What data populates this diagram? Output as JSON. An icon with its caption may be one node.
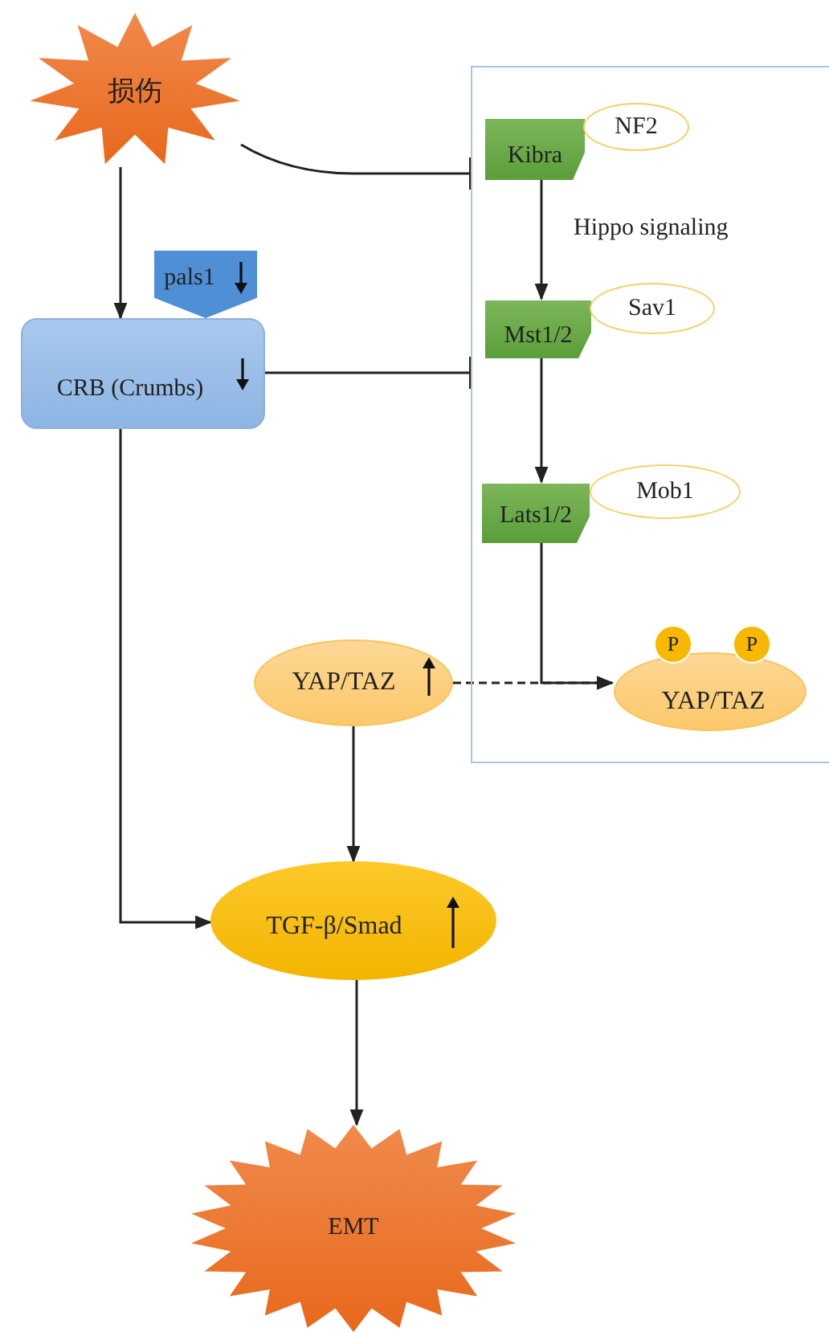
{
  "diagram": {
    "nodes": [
      {
        "text": [
          "损伤"
        ]
      },
      {
        "text": [
          "CRB (Crumbs)"
        ]
      },
      {
        "text": [
          "pals1"
        ]
      },
      {
        "text": [],
        "shape": "box"
      },
      {
        "text": [
          "Kibra"
        ],
        "in": 3
      },
      {
        "text": [
          "NF2"
        ],
        "in": 3
      },
      {
        "text": [
          "Mst1/2"
        ],
        "in": 3
      },
      {
        "text": [
          "Sav1"
        ],
        "in": 3
      },
      {
        "text": [
          "Lats1/2"
        ],
        "in": 3
      },
      {
        "text": [
          "Mob1"
        ],
        "in": 3
      },
      {
        "text": [
          "YAP/TAZ"
        ]
      },
      {
        "text": [
          "YAP/TAZ"
        ],
        "in": 3
      },
      {
        "text": [
          "P"
        ],
        "in": 3
      },
      {
        "text": [
          "P"
        ],
        "in": 3
      },
      {
        "text": [
          "TGF-β/Smad"
        ]
      },
      {
        "text": [
          "EMT"
        ]
      }
    ],
    "edges": [
      {
        "from": 0,
        "to": 1,
        "arrow": "to"
      },
      {
        "from": 0,
        "to": 3,
        "arrow": "other"
      },
      {
        "from": 1,
        "to": 3,
        "arrow": "other"
      },
      {
        "from": 4,
        "to": 6,
        "arrow": "to"
      },
      {
        "from": 6,
        "to": 8,
        "arrow": "to"
      },
      {
        "from": 8,
        "to": 11,
        "arrow": "to"
      },
      {
        "from": 10,
        "to": 11,
        "arrow": "to",
        "style": "dashed"
      },
      {
        "from": 10,
        "to": 14,
        "arrow": "to"
      },
      {
        "from": 1,
        "to": 14,
        "arrow": "to"
      },
      {
        "from": 14,
        "to": 15,
        "arrow": "to"
      }
    ],
    "labels": [
      "Hippo signaling"
    ]
  }
}
